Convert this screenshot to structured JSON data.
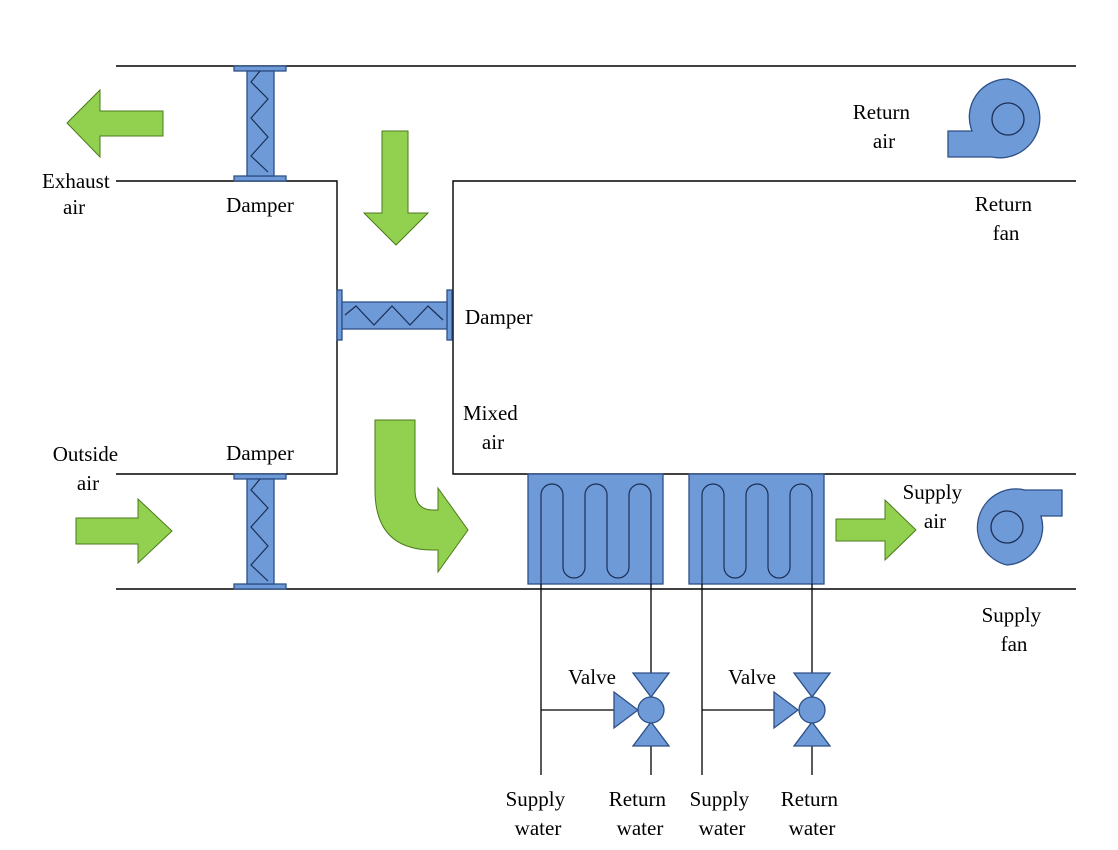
{
  "colors": {
    "component_fill": "#6e9ad8",
    "component_stroke": "#2d4f86",
    "arrow_fill": "#92d050",
    "duct_line": "#000000"
  },
  "labels": {
    "exhaust_air": [
      "Exhaust",
      "air"
    ],
    "damper_top": "Damper",
    "damper_middle": "Damper",
    "damper_bottom": "Damper",
    "return_air": [
      "Return",
      "air"
    ],
    "return_fan": [
      "Return",
      "fan"
    ],
    "mixed_air": [
      "Mixed",
      "air"
    ],
    "outside_air": [
      "Outside",
      "air"
    ],
    "supply_air": [
      "Supply",
      "air"
    ],
    "supply_fan": [
      "Supply",
      "fan"
    ],
    "valve_1": "Valve",
    "valve_2": "Valve",
    "supply_water_1": [
      "Supply",
      "water"
    ],
    "return_water_1": [
      "Return",
      "water"
    ],
    "supply_water_2": [
      "Supply",
      "water"
    ],
    "return_water_2": [
      "Return",
      "water"
    ]
  }
}
